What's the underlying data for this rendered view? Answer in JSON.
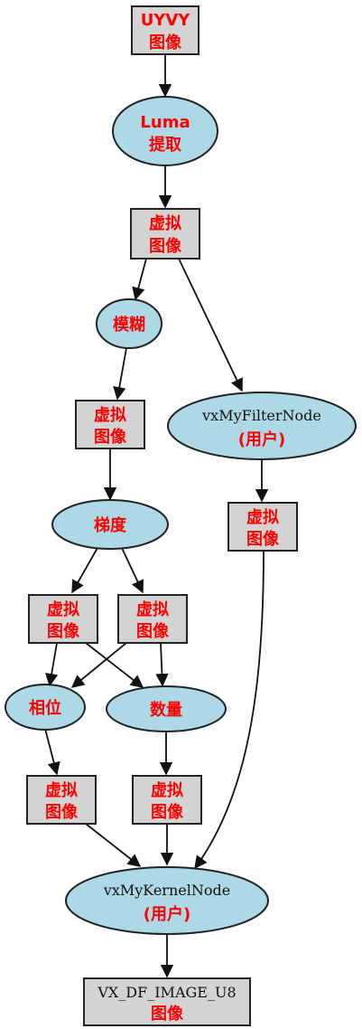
{
  "nodes": {
    "uyvy": {
      "line1": "UYVY",
      "line2": "图像"
    },
    "luma": {
      "line1": "Luma",
      "line2": "提取"
    },
    "v1": {
      "line1": "虚拟",
      "line2": "图像"
    },
    "blur": {
      "line1": "模糊"
    },
    "filter": {
      "line1": "vxMyFilterNode",
      "line2": "(用户)"
    },
    "v2": {
      "line1": "虚拟",
      "line2": "图像"
    },
    "vf": {
      "line1": "虚拟",
      "line2": "图像"
    },
    "grad": {
      "line1": "梯度"
    },
    "v3": {
      "line1": "虚拟",
      "line2": "图像"
    },
    "v4": {
      "line1": "虚拟",
      "line2": "图像"
    },
    "phase": {
      "line1": "相位"
    },
    "mag": {
      "line1": "数量"
    },
    "v5": {
      "line1": "虚拟",
      "line2": "图像"
    },
    "v6": {
      "line1": "虚拟",
      "line2": "图像"
    },
    "kernel": {
      "line1": "vxMyKernelNode",
      "line2": "(用户)"
    },
    "out": {
      "line1": "VX_DF_IMAGE_U8",
      "line2": "图像"
    }
  }
}
